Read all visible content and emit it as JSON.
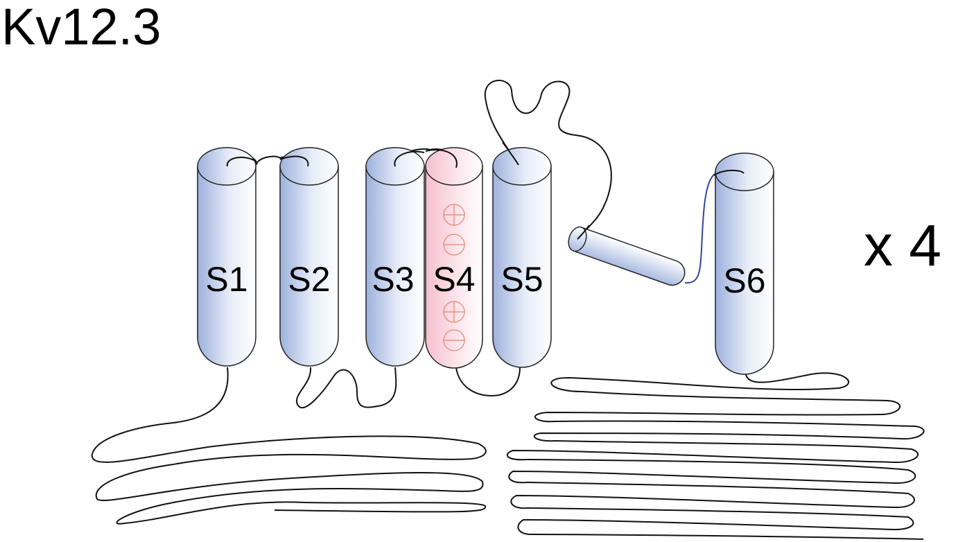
{
  "title": "Kv12.3",
  "multiplier": "x 4",
  "segments": [
    {
      "label": "S1",
      "type": "transmembrane"
    },
    {
      "label": "S2",
      "type": "transmembrane"
    },
    {
      "label": "S3",
      "type": "transmembrane"
    },
    {
      "label": "S4",
      "type": "voltage-sensor",
      "charges": [
        "+",
        "-",
        "+",
        "-"
      ]
    },
    {
      "label": "S5",
      "type": "transmembrane"
    },
    {
      "label": "S6",
      "type": "transmembrane"
    }
  ],
  "colors": {
    "helix": "#a4b6e0",
    "voltage_sensor": "#f7c3d0",
    "charge": "#e8826e",
    "pore_link": "#33449a"
  }
}
